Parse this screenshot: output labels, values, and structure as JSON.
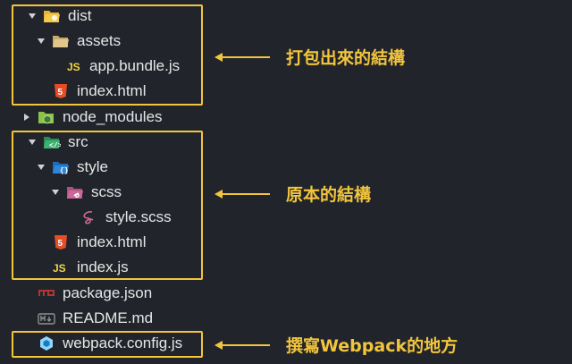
{
  "colors": {
    "background": "#21252b",
    "highlight": "#f2c53d",
    "text": "#e6e6e6"
  },
  "tree": [
    {
      "label": "dist",
      "icon": "folder-dist-open-icon",
      "depth": 0,
      "chevron": "expanded"
    },
    {
      "label": "assets",
      "icon": "folder-assets-open-icon",
      "depth": 1,
      "chevron": "expanded"
    },
    {
      "label": "app.bundle.js",
      "icon": "js-file-icon",
      "depth": 2,
      "chevron": "none"
    },
    {
      "label": "index.html",
      "icon": "html5-icon",
      "depth": 1,
      "chevron": "none"
    },
    {
      "label": "node_modules",
      "icon": "folder-node-icon",
      "depth": 0,
      "chevron": "collapsed"
    },
    {
      "label": "src",
      "icon": "folder-src-open-icon",
      "depth": 0,
      "chevron": "expanded"
    },
    {
      "label": "style",
      "icon": "folder-style-open-icon",
      "depth": 1,
      "chevron": "expanded"
    },
    {
      "label": "scss",
      "icon": "folder-scss-open-icon",
      "depth": 2,
      "chevron": "expanded"
    },
    {
      "label": "style.scss",
      "icon": "sass-icon",
      "depth": 3,
      "chevron": "none"
    },
    {
      "label": "index.html",
      "icon": "html5-icon",
      "depth": 1,
      "chevron": "none"
    },
    {
      "label": "index.js",
      "icon": "js-file-icon",
      "depth": 1,
      "chevron": "none"
    },
    {
      "label": "package.json",
      "icon": "npm-icon",
      "depth": 0,
      "chevron": "none"
    },
    {
      "label": "README.md",
      "icon": "markdown-icon",
      "depth": 0,
      "chevron": "none"
    },
    {
      "label": "webpack.config.js",
      "icon": "webpack-icon",
      "depth": 0,
      "chevron": "none"
    }
  ],
  "annotations": {
    "dist": "打包出來的結構",
    "src": "原本的結構",
    "webpack": "撰寫Webpack的地方"
  }
}
